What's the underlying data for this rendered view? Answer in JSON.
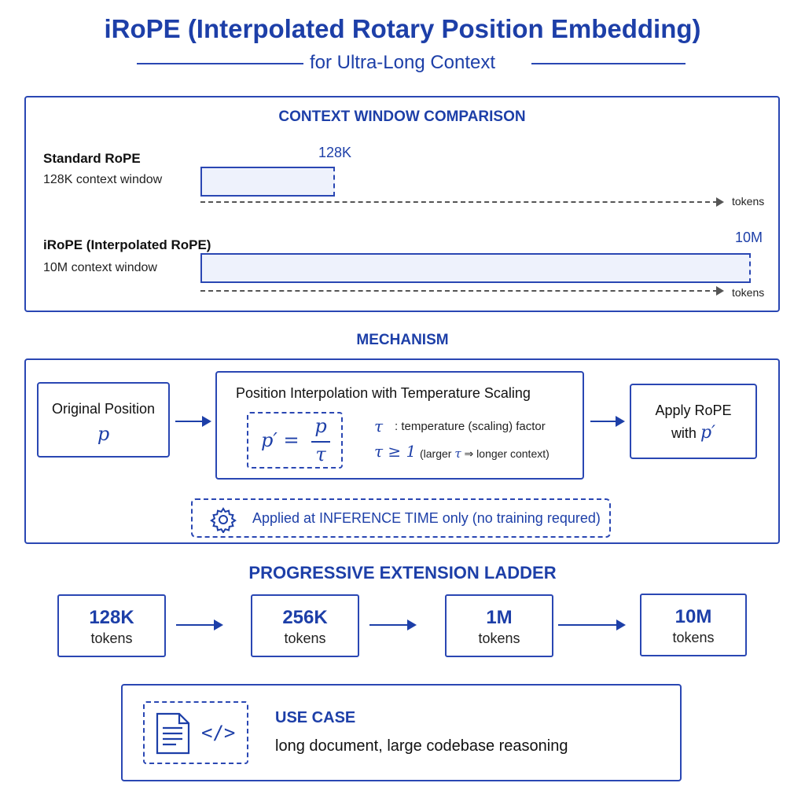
{
  "header": {
    "title": "iRoPE (Interpolated Rotary Position Embedding)",
    "subtitle": "for Ultra-Long Context"
  },
  "comparison": {
    "heading": "CONTEXT WINDOW COMPARISON",
    "rows": [
      {
        "label": "Standard RoPE",
        "sub": "128K context window",
        "bar_value": "128K",
        "axis_label": "tokens",
        "relative_length": 0.24
      },
      {
        "label": "iRoPE (Interpolated RoPE)",
        "sub": "10M context window",
        "bar_value": "10M",
        "axis_label": "tokens",
        "relative_length": 1.0
      }
    ]
  },
  "mechanism": {
    "heading": "MECHANISM",
    "original": {
      "title": "Original Position",
      "symbol": "p"
    },
    "interp": {
      "title": "Position Interpolation with Temperature Scaling",
      "formula_lhs": "p′ =",
      "formula_num": "p",
      "formula_den": "τ",
      "tau_sym": "τ",
      "tau_desc": ": temperature (scaling) factor",
      "tau_cond": "τ ≥ 1",
      "tau_cond_desc_a": "(larger ",
      "tau_cond_desc_tau": "τ",
      "tau_cond_desc_b": " ⇒ longer context)"
    },
    "apply": {
      "line1": "Apply RoPE",
      "line2": "with",
      "symbol": "p′"
    },
    "note": "Applied at INFERENCE TIME only (no training requred)"
  },
  "ladder": {
    "heading": "PROGRESSIVE EXTENSION LADDER",
    "steps": [
      {
        "value": "128K",
        "unit": "tokens"
      },
      {
        "value": "256K",
        "unit": "tokens"
      },
      {
        "value": "1M",
        "unit": "tokens"
      },
      {
        "value": "10M",
        "unit": "tokens"
      }
    ]
  },
  "usecase": {
    "heading": "USE CASE",
    "text": "long document, large codebase reasoning",
    "code_glyph": "</>"
  },
  "colors": {
    "accent": "#1d3fa8",
    "border": "#2a47b3",
    "bar_fill": "#eef2fc"
  }
}
